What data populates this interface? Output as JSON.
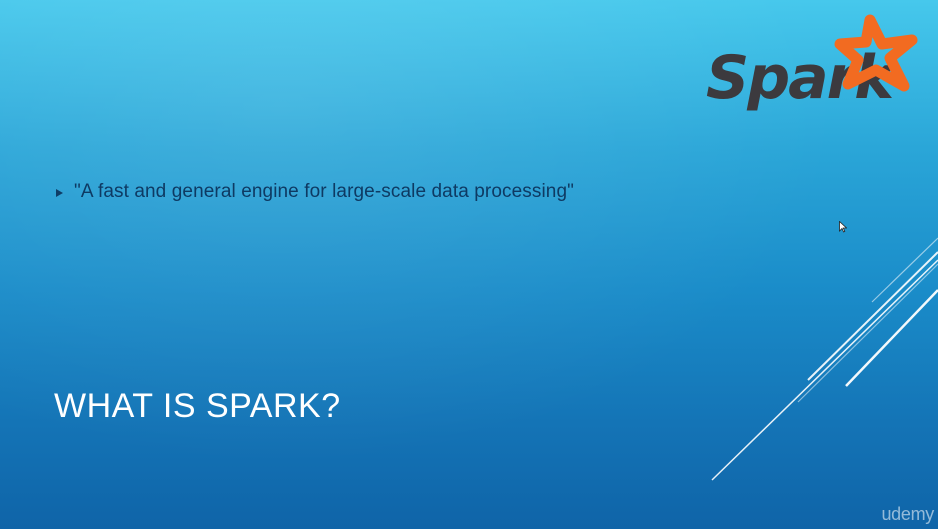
{
  "slide": {
    "bullets": [
      "\"A fast and general engine for large-scale data processing\""
    ],
    "title": "WHAT IS SPARK?",
    "logo_text": "Spark",
    "watermark": "udemy"
  },
  "icons": {
    "bullet": "triangle-bullet-icon",
    "logo_star": "star-icon",
    "cursor": "mouse-cursor-icon"
  },
  "colors": {
    "background_top": "#46c8ec",
    "background_bottom": "#0f64a8",
    "bullet_text": "#0e3a63",
    "title": "#ffffff",
    "logo_text": "#3c3a3e",
    "logo_star": "#f26b21"
  }
}
